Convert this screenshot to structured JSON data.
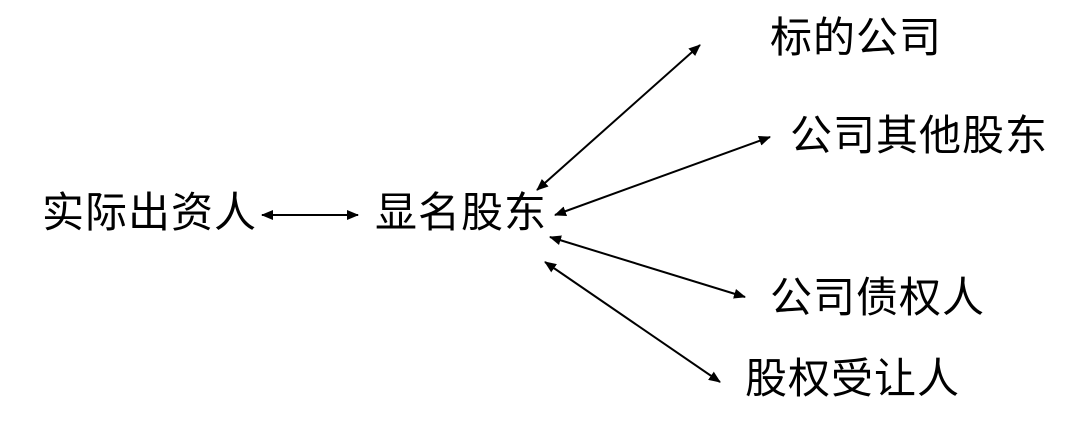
{
  "nodes": {
    "actual_investor": "实际出资人",
    "nominal_shareholder": "显名股东",
    "target_company": "标的公司",
    "other_shareholders": "公司其他股东",
    "creditors": "公司债权人",
    "equity_transferee": "股权受让人"
  },
  "edges": [
    {
      "from": "actual_investor",
      "to": "nominal_shareholder",
      "direction": "both"
    },
    {
      "from": "nominal_shareholder",
      "to": "target_company",
      "direction": "both"
    },
    {
      "from": "nominal_shareholder",
      "to": "other_shareholders",
      "direction": "both"
    },
    {
      "from": "nominal_shareholder",
      "to": "creditors",
      "direction": "both"
    },
    {
      "from": "nominal_shareholder",
      "to": "equity_transferee",
      "direction": "both"
    }
  ]
}
